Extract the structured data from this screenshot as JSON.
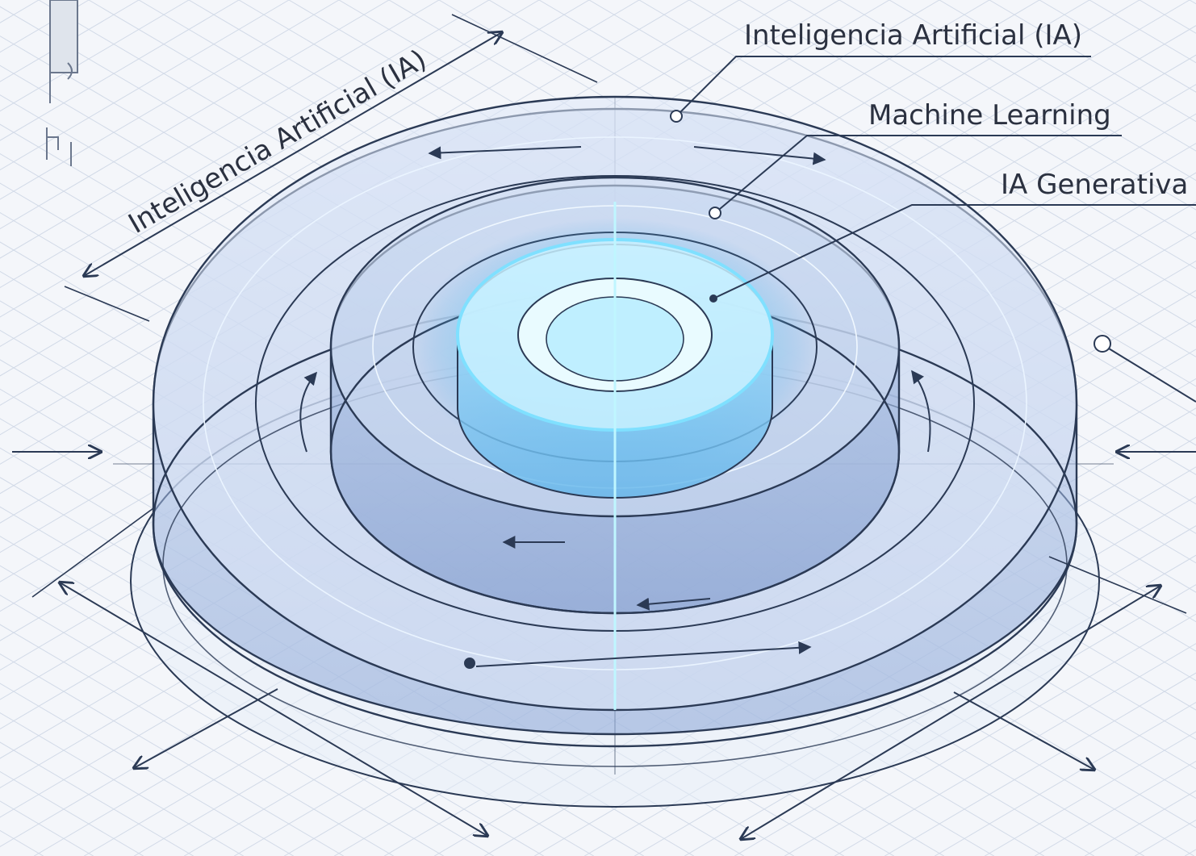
{
  "diagram": {
    "title": "",
    "dimension_label": "Inteligencia Artificial (IA)",
    "callouts": [
      {
        "key": "ai",
        "label": "Inteligencia Artificial (IA)"
      },
      {
        "key": "ml",
        "label": "Machine Learning"
      },
      {
        "key": "genai",
        "label": "IA Generativa"
      }
    ],
    "layers": [
      "Inteligencia Artificial (IA)",
      "Machine Learning",
      "IA Generativa"
    ],
    "colors": {
      "line": "#2b3a55",
      "glass": "#9fb8e0",
      "glow": "#7fe0ff",
      "grid": "#c9d3e3",
      "background": "#f4f6fa"
    }
  }
}
